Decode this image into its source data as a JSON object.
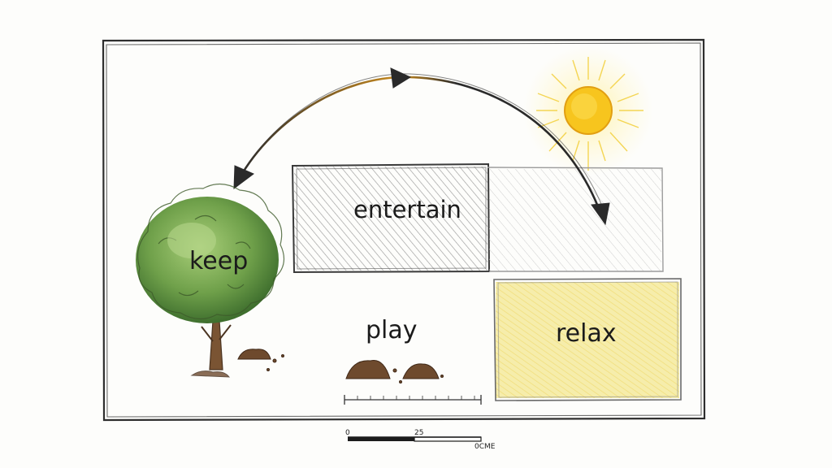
{
  "zones": {
    "keep": "keep",
    "entertain": "entertain",
    "play": "play",
    "relax": "relax"
  },
  "scale_bar": {
    "start": "0",
    "mid": "25",
    "unit": "0CME"
  },
  "icons": {
    "tree": "tree-icon",
    "sun": "sun-icon",
    "soil": "soil-mound-icon"
  },
  "colors": {
    "tree_green": "#6fa04a",
    "sun_yellow": "#f7c51e",
    "relax_fill": "#f4ea9c",
    "hatch_gray": "#8a8a8a",
    "soil_brown": "#6e4a2d"
  }
}
